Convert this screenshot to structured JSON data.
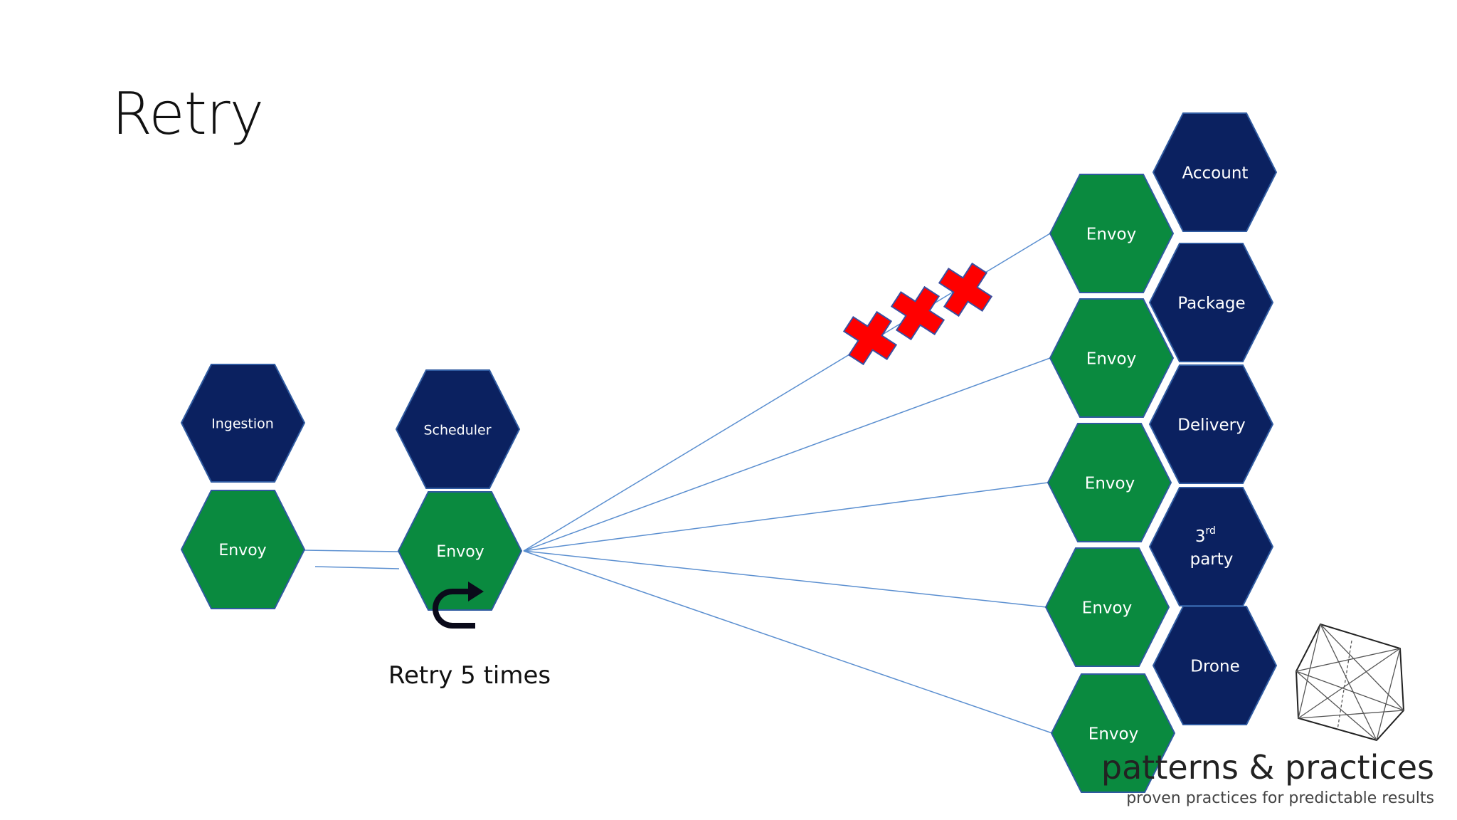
{
  "title": "Retry",
  "colors": {
    "service": "#0b2160",
    "envoy": "#0a8a3f",
    "hex_border": "#2f5aa0",
    "connector": "#5b8fd0",
    "failure": "#ff0000",
    "failure_border": "#3a4fa0"
  },
  "left_stack": {
    "ingestion": {
      "service": "Ingestion",
      "proxy": "Envoy"
    },
    "scheduler": {
      "service": "Scheduler",
      "proxy": "Envoy"
    }
  },
  "retry": {
    "icon": "retry-arrow-icon",
    "label": "Retry 5 times",
    "failed_attempts": 3
  },
  "right_envoys": [
    "Envoy",
    "Envoy",
    "Envoy",
    "Envoy",
    "Envoy"
  ],
  "right_services": [
    {
      "label": "Account"
    },
    {
      "label": "Package"
    },
    {
      "label": "Delivery"
    },
    {
      "label": "3",
      "sup": "rd",
      "line2": "party"
    },
    {
      "label": "Drone"
    }
  ],
  "branding": {
    "logo_icon": "wireframe-gem-icon",
    "name": "patterns & practices",
    "tagline": "proven practices for predictable results"
  }
}
